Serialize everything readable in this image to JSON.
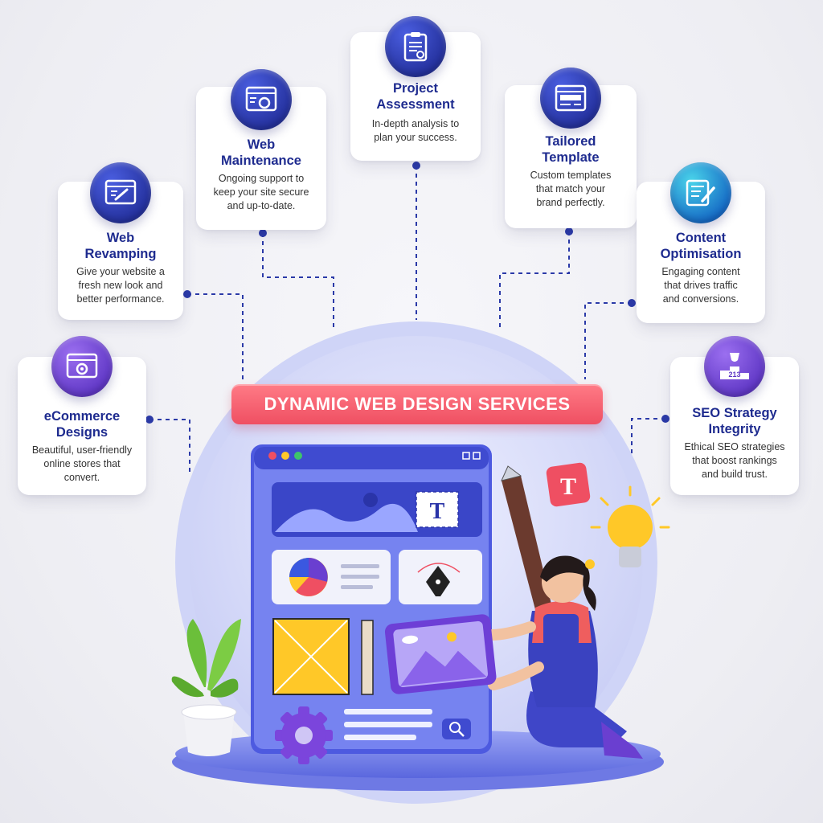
{
  "banner": {
    "label": "DYNAMIC WEB DESIGN SERVICES"
  },
  "services": [
    {
      "title1": "eCommerce",
      "title2": "Designs",
      "desc1": "Beautiful, user-friendly",
      "desc2": "online stores that",
      "desc3": "convert.",
      "icon": "ecommerce-browser-gear-icon",
      "color": "#6a3fd0"
    },
    {
      "title1": "Web",
      "title2": "Revamping",
      "desc1": "Give your website a",
      "desc2": "fresh new look and",
      "desc3": "better performance.",
      "icon": "browser-brush-icon",
      "color": "#2a38b0"
    },
    {
      "title1": "Web",
      "title2": "Maintenance",
      "desc1": "Ongoing support to",
      "desc2": "keep your site secure",
      "desc3": "and up-to-date.",
      "icon": "browser-gear-icon",
      "color": "#2a38b0"
    },
    {
      "title1": "Project",
      "title2": "Assessment",
      "desc1": "In-depth analysis to",
      "desc2": "plan your success.",
      "desc3": "",
      "icon": "clipboard-gear-icon",
      "color": "#2a38b0"
    },
    {
      "title1": "Tailored",
      "title2": "Template",
      "desc1": "Custom templates",
      "desc2": "that match your",
      "desc3": "brand perfectly.",
      "icon": "template-layout-icon",
      "color": "#2a38b0"
    },
    {
      "title1": "Content",
      "title2": "Optimisation",
      "desc1": "Engaging content",
      "desc2": "that drives traffic",
      "desc3": "and conversions.",
      "icon": "content-pencil-icon",
      "color": "#1aa0d8"
    },
    {
      "title1": "SEO Strategy",
      "title2": "Integrity",
      "desc1": "Ethical SEO strategies",
      "desc2": "that boost rankings",
      "desc3": "and build trust.",
      "icon": "podium-trophy-icon",
      "color": "#6a3fd0"
    }
  ],
  "illustration": {
    "text_tile_glyph": "T",
    "floating_tile_glyph": "T",
    "podium_digits": "213",
    "colors": {
      "screen": "#5563e6",
      "panel": "#6d79ee",
      "accent_red": "#ef4f62",
      "bulb": "#ffc828",
      "platform": "#8a96f0"
    }
  }
}
